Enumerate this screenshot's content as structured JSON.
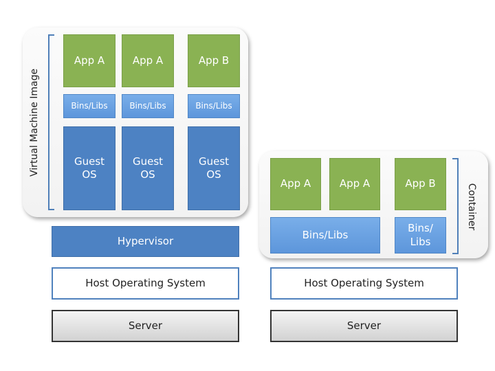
{
  "vm_stack": {
    "group_label": "Virtual Machine Image",
    "apps": [
      "App A",
      "App A",
      "App B"
    ],
    "bins": [
      "Bins/Libs",
      "Bins/Libs",
      "Bins/Libs"
    ],
    "guest_os": [
      "Guest\nOS",
      "Guest\nOS",
      "Guest\nOS"
    ],
    "hypervisor": "Hypervisor",
    "host_os": "Host Operating System",
    "server": "Server"
  },
  "container_stack": {
    "group_label": "Container",
    "apps": [
      "App A",
      "App A",
      "App B"
    ],
    "bins_shared": "Bins/Libs",
    "bins_single": "Bins/\nLibs",
    "host_os": "Host Operating System",
    "server": "Server"
  }
}
